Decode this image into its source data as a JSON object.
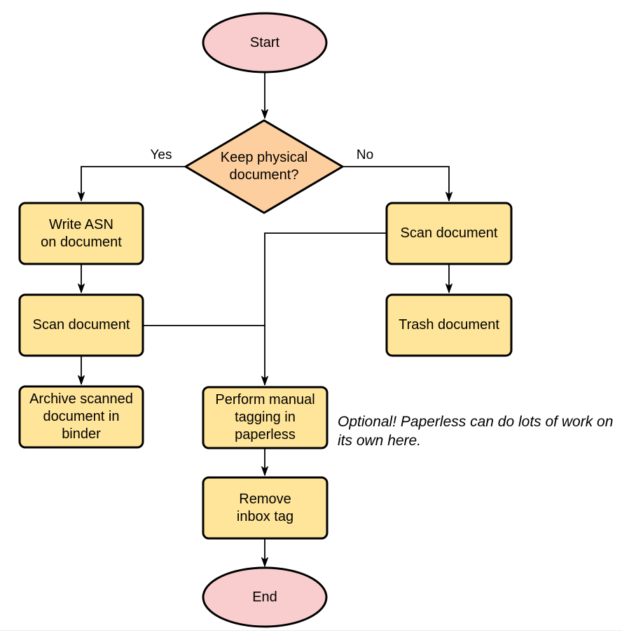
{
  "colors": {
    "terminal_fill": "#f9cdcd",
    "decision_fill": "#fdcf9e",
    "process_fill": "#ffe599",
    "stroke": "#000000"
  },
  "nodes": {
    "start": {
      "label": "Start"
    },
    "decision": {
      "label": "Keep physical\ndocument?"
    },
    "write_asn": {
      "label": "Write ASN\non document"
    },
    "scan_left": {
      "label": "Scan document"
    },
    "archive": {
      "label": "Archive scanned\ndocument in\nbinder"
    },
    "scan_right": {
      "label": "Scan document"
    },
    "trash": {
      "label": "Trash document"
    },
    "perform_tagging": {
      "label": "Perform manual\ntagging in\npaperless"
    },
    "remove_inbox": {
      "label": "Remove\ninbox tag"
    },
    "end": {
      "label": "End"
    }
  },
  "edge_labels": {
    "yes": "Yes",
    "no": "No"
  },
  "annotation": "Optional! Paperless can do lots of work on\nits own here."
}
